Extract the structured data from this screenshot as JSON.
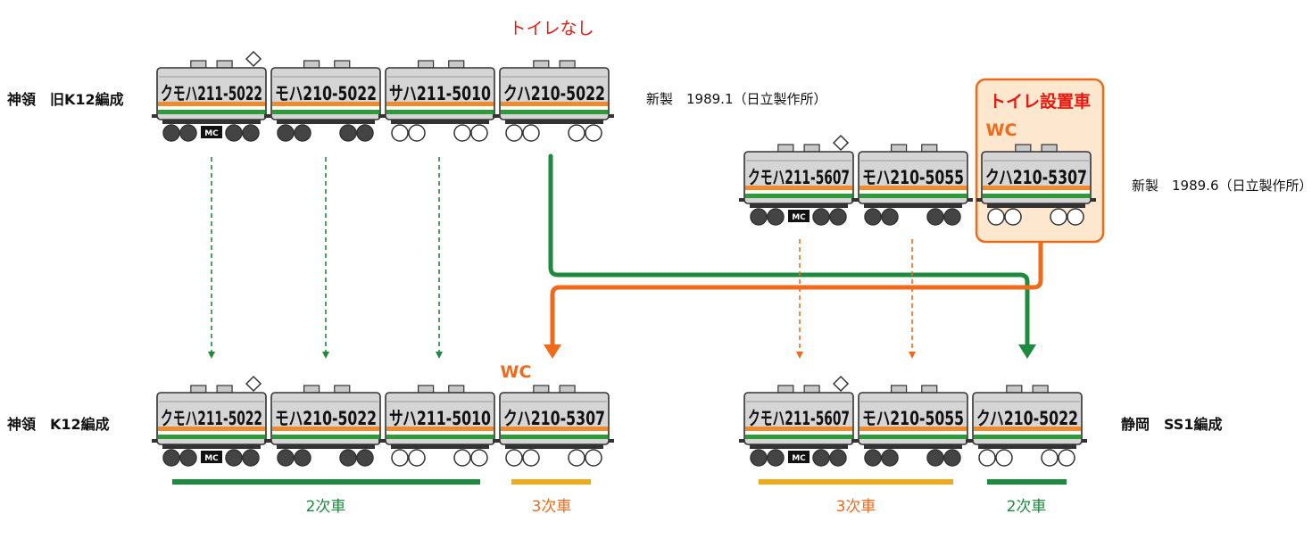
{
  "colors": {
    "green": "#1e8a3e",
    "orange": "#f06a1a",
    "yellow": "#eeab1c",
    "red": "#e8180f",
    "car_body": "#d5d5d5",
    "stripe_orange": "#f08a2a",
    "stripe_green": "#2f9a3a",
    "wheel_motor": "#444444",
    "wc_box_fill": "#fde7cf",
    "wc_box_stroke": "#f06a1a"
  },
  "labels": {
    "no_toilet": "トイレなし",
    "toilet_car": "トイレ設置車",
    "wc": "WC",
    "wc_bottom": "WC",
    "mc": "MC"
  },
  "formations": {
    "old_k12": {
      "name": "神領　旧K12編成",
      "note": "新製　1989.1（日立製作所）",
      "cars": [
        "クモハ211-5022",
        "モハ210-5022",
        "サハ211-5010",
        "クハ210-5022"
      ]
    },
    "donor": {
      "note": "新製　1989.6（日立製作所）",
      "cars": [
        "クモハ211-5607",
        "モハ210-5055",
        "クハ210-5307"
      ]
    },
    "new_k12": {
      "name": "神領　K12編成",
      "cars": [
        "クモハ211-5022",
        "モハ210-5022",
        "サハ211-5010",
        "クハ210-5307"
      ]
    },
    "ss1": {
      "name": "静岡　SS1編成",
      "cars": [
        "クモハ211-5607",
        "モハ210-5055",
        "クハ210-5022"
      ]
    }
  },
  "legend": {
    "k12_second": "2次車",
    "k12_third": "3次車",
    "ss1_third": "3次車",
    "ss1_second": "2次車"
  }
}
